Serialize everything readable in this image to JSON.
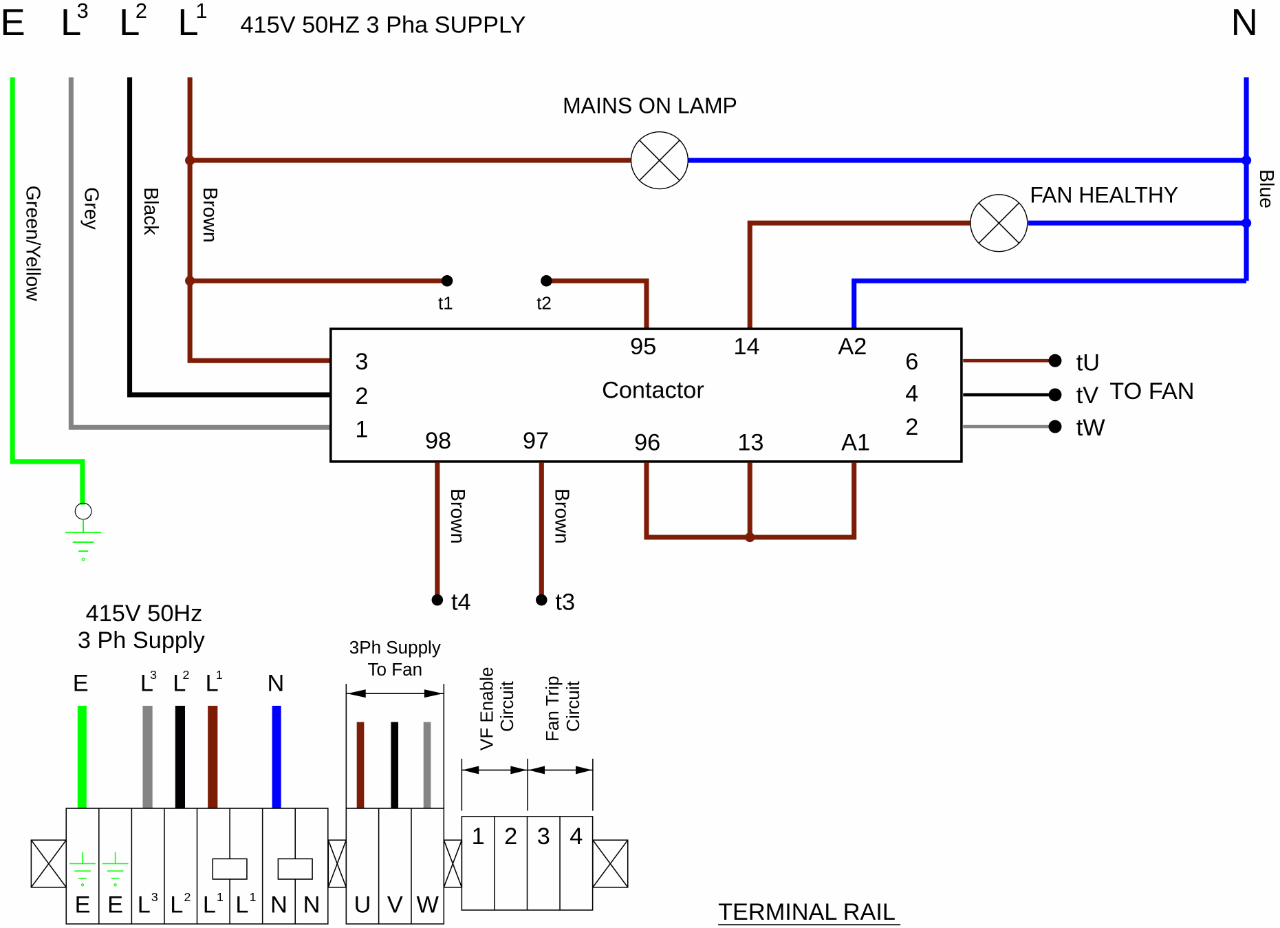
{
  "colors": {
    "earth": "#00ff00",
    "grey": "#858386",
    "black": "#030104",
    "brown": "#7d1d07",
    "blue": "#0000ff",
    "outline": "#000000",
    "background": "#fdfefd"
  },
  "header": {
    "earth": "E",
    "l3": "L",
    "l3_sup": "3",
    "l2": "L",
    "l2_sup": "2",
    "l1": "L",
    "l1_sup": "1",
    "supply_title": "415V 50HZ 3 Pha SUPPLY",
    "neutral": "N"
  },
  "wire_labels": {
    "earth": "Green/Yellow",
    "l3": "Grey",
    "l2": "Black",
    "l1": "Brown",
    "neutral": "Blue",
    "aux_98": "Brown",
    "aux_97": "Brown"
  },
  "lamps": {
    "mains_on": "MAINS ON LAMP",
    "fan_healthy": "FAN HEALTHY"
  },
  "terminals": {
    "t1": "t1",
    "t2": "t2",
    "t3": "t3",
    "t4": "t4",
    "tU": "tU",
    "tV": "tV",
    "tW": "tW",
    "to_fan": "TO FAN"
  },
  "contactor": {
    "title": "Contactor",
    "pins_left": [
      "3",
      "2",
      "1"
    ],
    "pins_right": [
      "6",
      "4",
      "2"
    ],
    "pins_top": [
      "95",
      "14",
      "A2"
    ],
    "pins_bottom": [
      "98",
      "97",
      "96",
      "13",
      "A1"
    ]
  },
  "rail": {
    "title": "TERMINAL RAIL",
    "supply_heading_line1": "415V 50Hz",
    "supply_heading_line2": "3 Ph Supply",
    "supply_letters": {
      "earth": "E",
      "l3": "L",
      "l3_sup": "3",
      "l2": "L",
      "l2_sup": "2",
      "l1": "L",
      "l1_sup": "1",
      "neutral": "N"
    },
    "fan_supply_line1": "3Ph Supply",
    "fan_supply_line2": "To Fan",
    "vf_enable_line1": "VF Enable",
    "vf_enable_line2": "Circuit",
    "fan_trip_line1": "Fan Trip",
    "fan_trip_line2": "Circuit",
    "main_block_labels": [
      {
        "base": "E",
        "sup": ""
      },
      {
        "base": "E",
        "sup": ""
      },
      {
        "base": "L",
        "sup": "3"
      },
      {
        "base": "L",
        "sup": "2"
      },
      {
        "base": "L",
        "sup": "1"
      },
      {
        "base": "L",
        "sup": "1"
      },
      {
        "base": "N",
        "sup": ""
      },
      {
        "base": "N",
        "sup": ""
      }
    ],
    "fan_block_labels": [
      "U",
      "V",
      "W"
    ],
    "control_block_labels": [
      "1",
      "2",
      "3",
      "4"
    ]
  }
}
